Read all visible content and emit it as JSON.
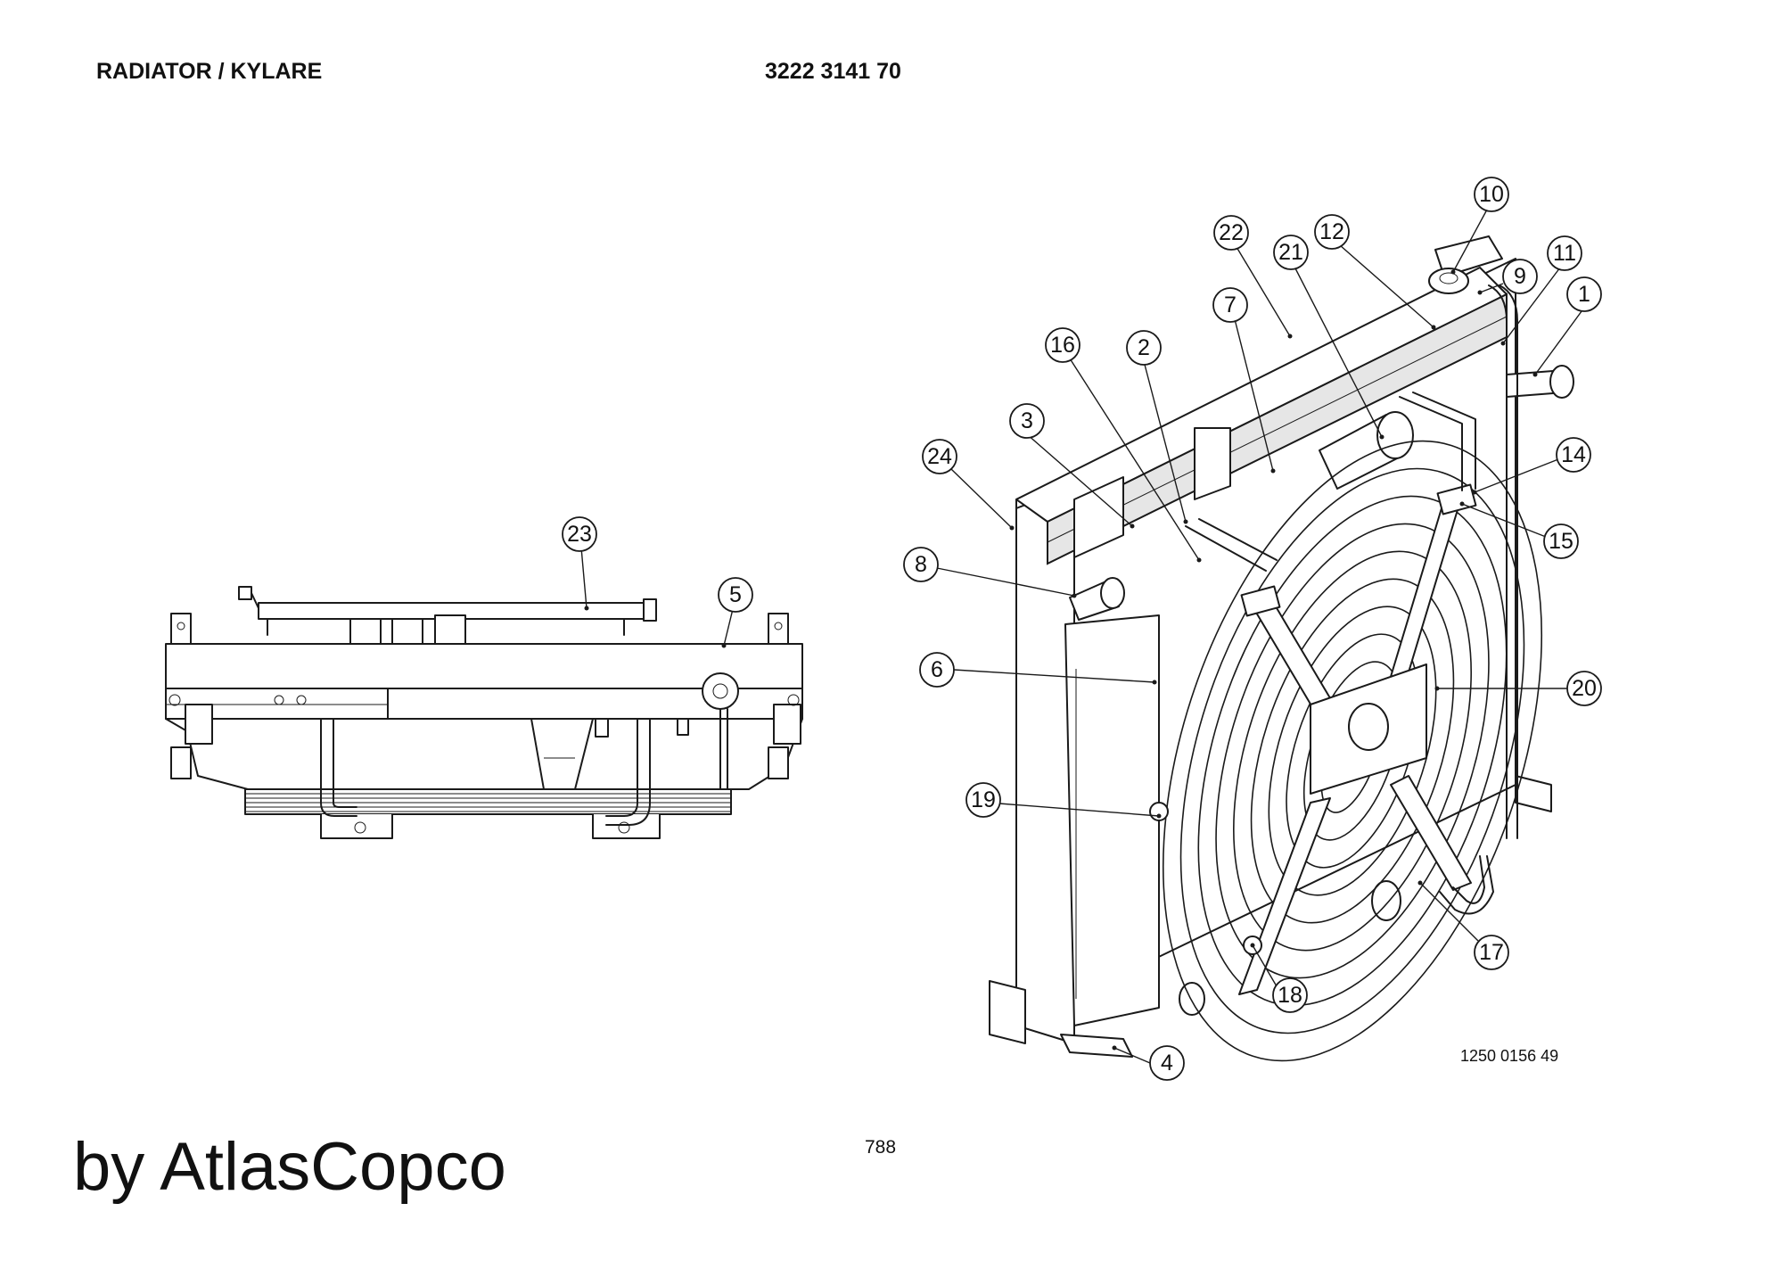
{
  "header": {
    "title": "RADIATOR / KYLARE",
    "part_number": "3222 3141 70"
  },
  "callouts": [
    "1",
    "2",
    "3",
    "4",
    "5",
    "6",
    "7",
    "8",
    "9",
    "10",
    "11",
    "12",
    "14",
    "15",
    "16",
    "17",
    "18",
    "19",
    "20",
    "21",
    "22",
    "23",
    "24"
  ],
  "drawing_number": "1250 0156 49",
  "page_number": "788",
  "footer": {
    "brand": "by AtlasCopco"
  }
}
